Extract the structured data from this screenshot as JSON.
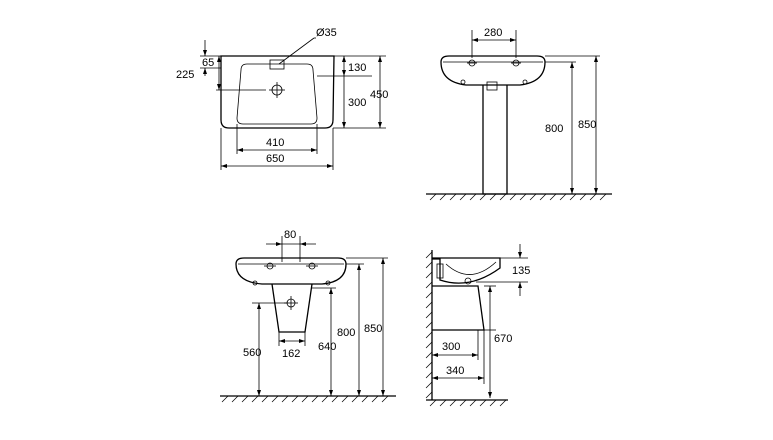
{
  "drawing": {
    "top_view": {
      "hole_diameter": "Ø35",
      "tap_offset_small": "65",
      "tap_offset_large": "225",
      "front_to_tap": "130",
      "basin_inner_depth": "300",
      "overall_depth": "450",
      "inner_width": "410",
      "overall_width": "650"
    },
    "pedestal_front_view": {
      "fixing_spacing": "280",
      "rim_height_inner": "800",
      "rim_height_outer": "850"
    },
    "semi_pedestal_front_view": {
      "waste_spacing": "80",
      "trap_cover_height": "560",
      "trap_cover_width": "162",
      "trap_outlet_height": "640",
      "rim_height_inner": "800",
      "rim_height_outer": "850"
    },
    "semi_pedestal_side_view": {
      "bowl_depth": "135",
      "trap_cover_height": "670",
      "inner_projection": "300",
      "outer_projection": "340"
    }
  }
}
